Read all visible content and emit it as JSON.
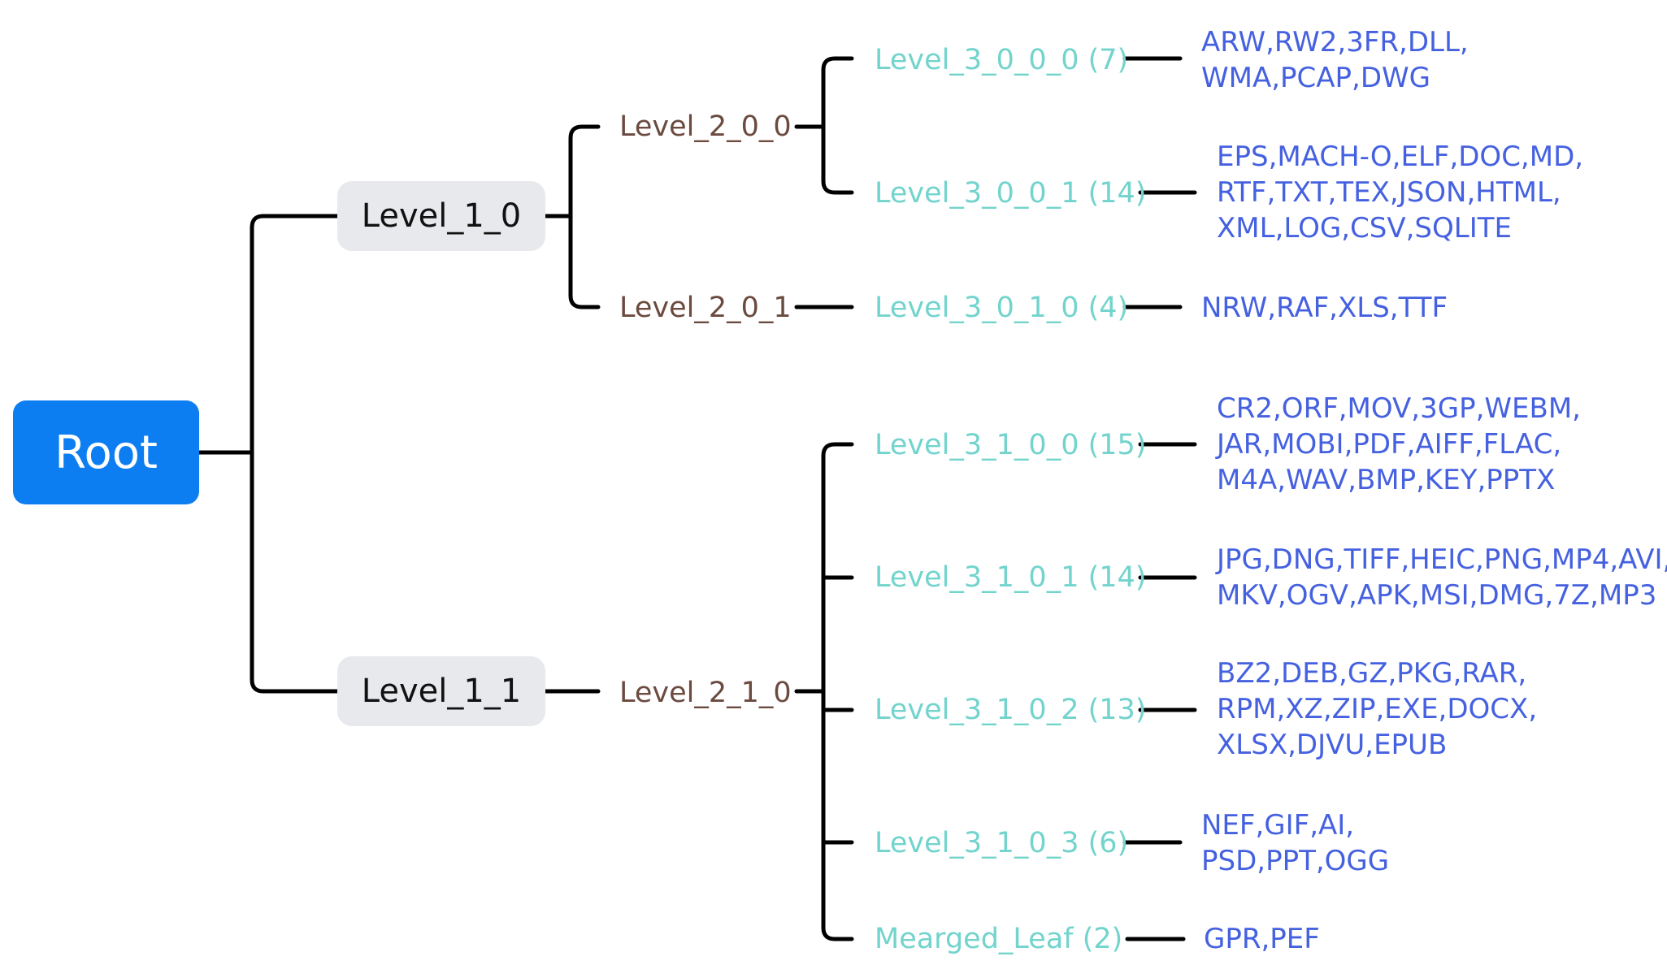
{
  "root": {
    "label": "Root"
  },
  "level1": [
    {
      "label": "Level_1_0"
    },
    {
      "label": "Level_1_1"
    }
  ],
  "level2": [
    {
      "label": "Level_2_0_0"
    },
    {
      "label": "Level_2_0_1"
    },
    {
      "label": "Level_2_1_0"
    }
  ],
  "level3": [
    {
      "label": "Level_3_0_0_0 (7)",
      "leaves": [
        "ARW,RW2,3FR,DLL,",
        "WMA,PCAP,DWG"
      ]
    },
    {
      "label": "Level_3_0_0_1 (14)",
      "leaves": [
        "EPS,MACH-O,ELF,DOC,MD,",
        "RTF,TXT,TEX,JSON,HTML,",
        "XML,LOG,CSV,SQLITE"
      ]
    },
    {
      "label": "Level_3_0_1_0 (4)",
      "leaves": [
        "NRW,RAF,XLS,TTF"
      ]
    },
    {
      "label": "Level_3_1_0_0 (15)",
      "leaves": [
        "CR2,ORF,MOV,3GP,WEBM,",
        "JAR,MOBI,PDF,AIFF,FLAC,",
        "M4A,WAV,BMP,KEY,PPTX"
      ]
    },
    {
      "label": "Level_3_1_0_1 (14)",
      "leaves": [
        "JPG,DNG,TIFF,HEIC,PNG,MP4,AVI,",
        "MKV,OGV,APK,MSI,DMG,7Z,MP3"
      ]
    },
    {
      "label": "Level_3_1_0_2 (13)",
      "leaves": [
        "BZ2,DEB,GZ,PKG,RAR,",
        "RPM,XZ,ZIP,EXE,DOCX,",
        "XLSX,DJVU,EPUB"
      ]
    },
    {
      "label": "Level_3_1_0_3 (6)",
      "leaves": [
        "NEF,GIF,AI,",
        "PSD,PPT,OGG"
      ]
    },
    {
      "label": "Meարged_Leaf (2)",
      "leaves": [
        "GPR,PEF"
      ]
    }
  ],
  "colors": {
    "root_fill": "#0d7ef2",
    "level1_fill": "#e7e9ec",
    "level2_text": "#6b4a3f",
    "level3_text": "#72d4cc",
    "leaf_text": "#4561e0",
    "connector": "#000000"
  }
}
